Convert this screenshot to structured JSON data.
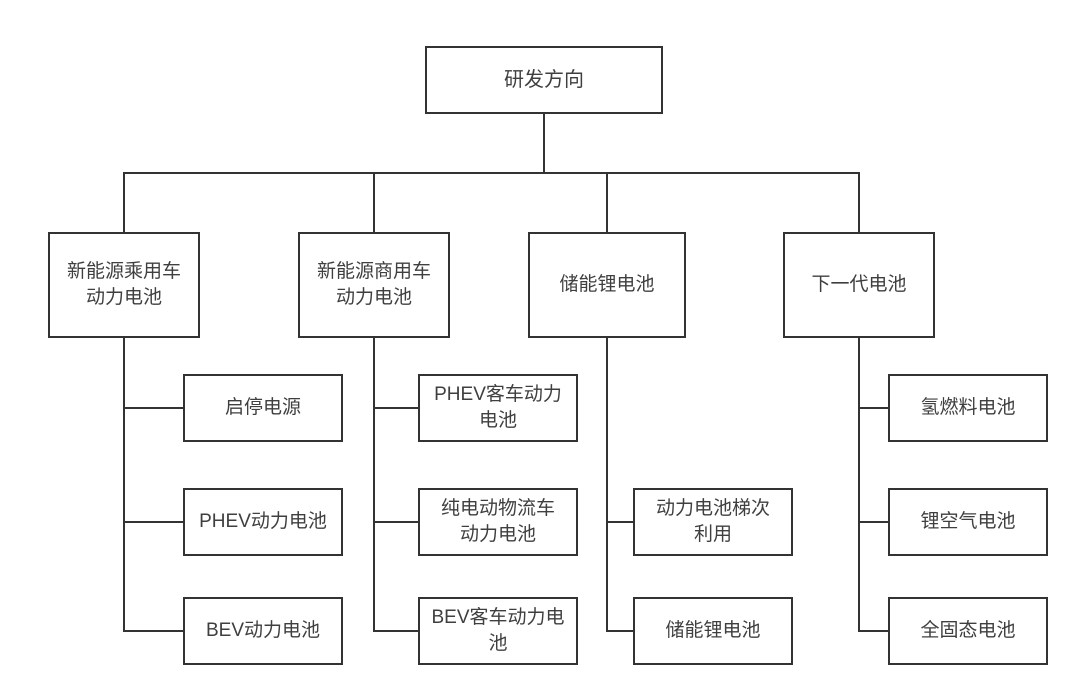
{
  "colors": {
    "background": "#ffffff",
    "box_border": "#333333",
    "box_fill": "#ffffff",
    "text": "#3f3f3f",
    "connector_line": "#333333"
  },
  "tree": {
    "root": {
      "label": "研发方向"
    },
    "branches": [
      {
        "label": "新能源乘用车\n动力电池",
        "children": [
          {
            "label": "启停电源"
          },
          {
            "label": "PHEV动力电池"
          },
          {
            "label": "BEV动力电池"
          }
        ]
      },
      {
        "label": "新能源商用车\n动力电池",
        "children": [
          {
            "label": "PHEV客车动力\n电池"
          },
          {
            "label": "纯电动物流车\n动力电池"
          },
          {
            "label": "BEV客车动力电\n池"
          }
        ]
      },
      {
        "label": "储能锂电池",
        "children": [
          {
            "label": "动力电池梯次\n利用"
          },
          {
            "label": "储能锂电池"
          }
        ]
      },
      {
        "label": "下一代电池",
        "children": [
          {
            "label": "氢燃料电池"
          },
          {
            "label": "锂空气电池"
          },
          {
            "label": "全固态电池"
          }
        ]
      }
    ]
  }
}
